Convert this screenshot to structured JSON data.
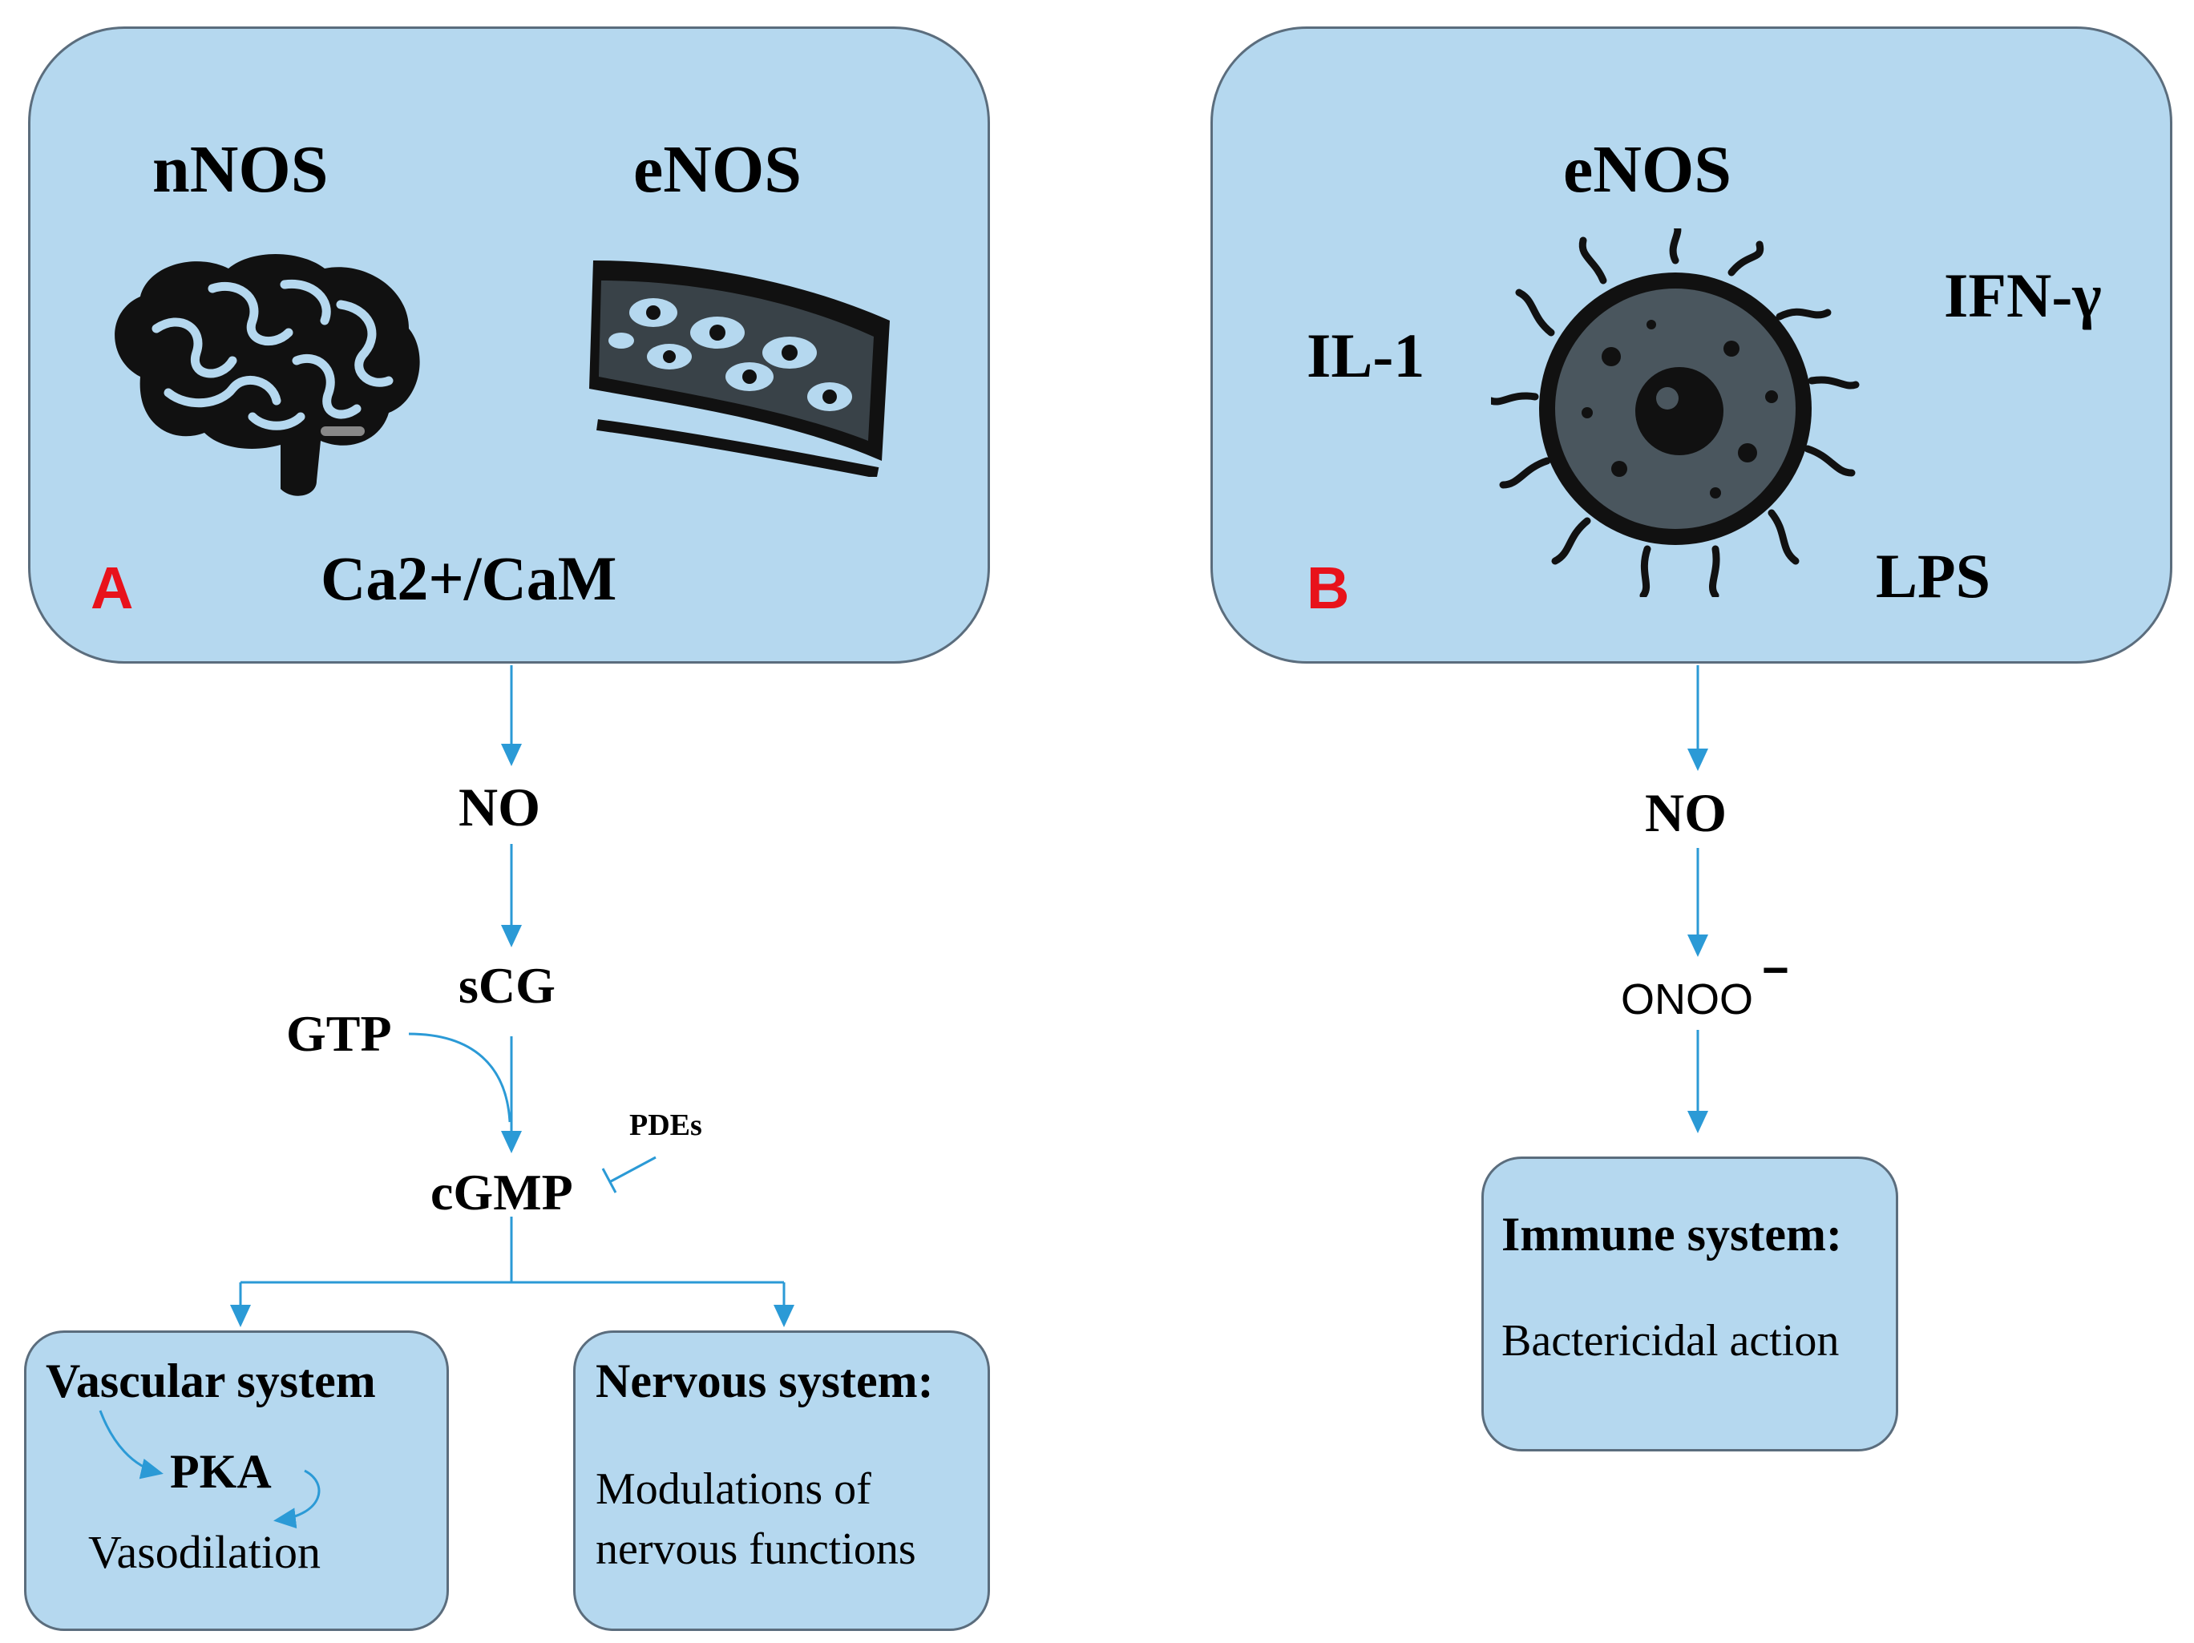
{
  "panel_a": {
    "tag": "A",
    "enzyme_left": "nNOS",
    "enzyme_right": "eNOS",
    "cofactor": "Ca2+/CaM",
    "brain_icon": "brain-icon",
    "vessel_icon": "blood-vessel-icon"
  },
  "panel_b": {
    "tag": "B",
    "enzyme": "eNOS",
    "stimulus_1": "IL-1",
    "stimulus_2": "IFN-γ",
    "stimulus_3": "LPS",
    "cell_icon": "macrophage-icon"
  },
  "pathway_a": {
    "no": "NO",
    "scg": "sCG",
    "gtp": "GTP",
    "pdes": "PDEs",
    "cgmp": "cGMP"
  },
  "pathway_b": {
    "no": "NO",
    "peroxynitrite": "ONOO",
    "charge": "−"
  },
  "vascular_box": {
    "title": "Vascular system",
    "pka": "PKA",
    "effect": "Vasodilation"
  },
  "nervous_box": {
    "title": "Nervous system:",
    "line1": "Modulations of",
    "line2": "nervous functions"
  },
  "immune_box": {
    "title": "Immune system:",
    "effect": "Bactericidal action"
  },
  "colors": {
    "panel_fill": "#b5d8ef",
    "panel_border": "#5b6d7d",
    "arrow": "#2b9ad6",
    "tag_red": "#e8121b"
  }
}
